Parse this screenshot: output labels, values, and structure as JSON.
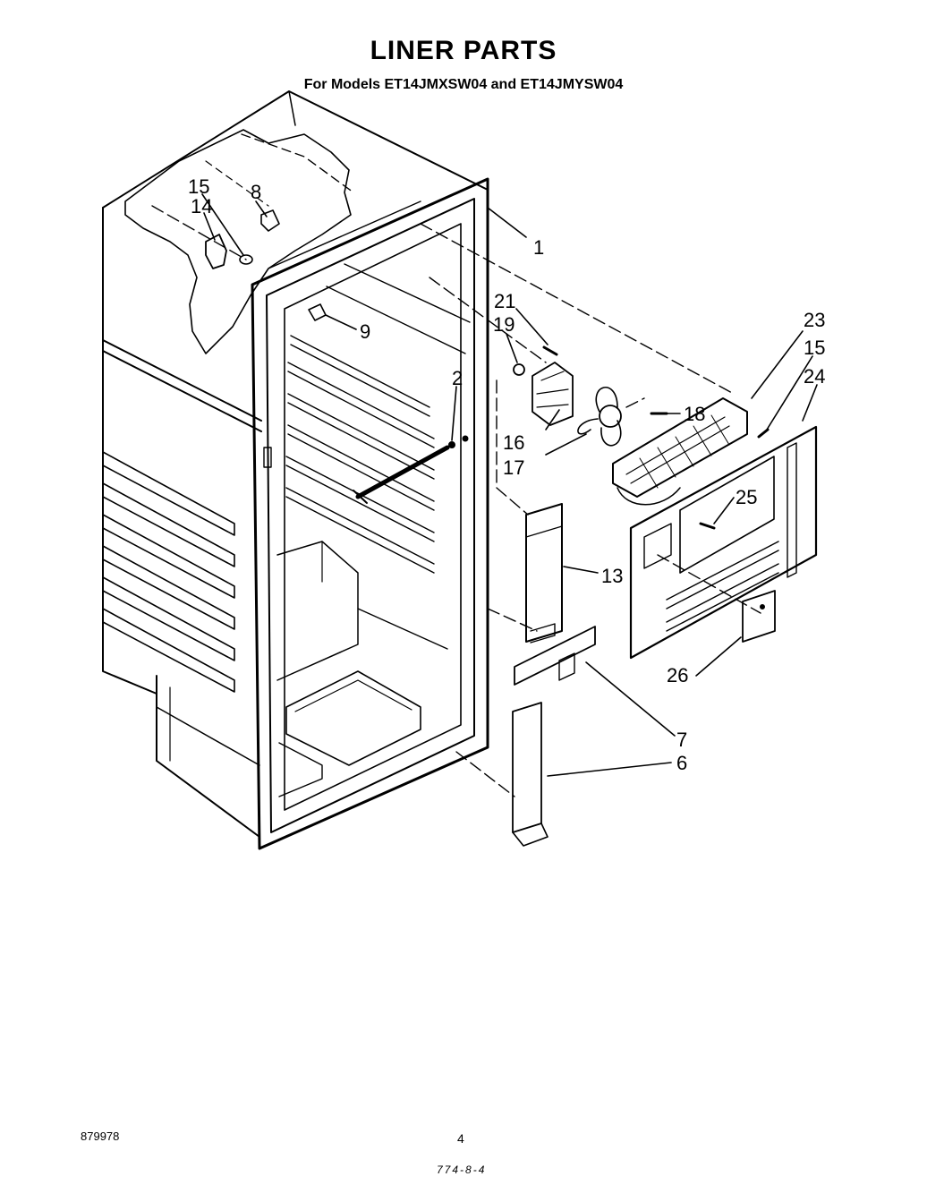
{
  "header": {
    "title": "LINER PARTS",
    "subtitle": "For Models ET14JMXSW04 and ET14JMYSW04"
  },
  "callouts": [
    "1",
    "2",
    "6",
    "7",
    "8",
    "9",
    "13",
    "14",
    "15",
    "15",
    "16",
    "17",
    "18",
    "19",
    "21",
    "23",
    "24",
    "25",
    "26"
  ],
  "footer": {
    "doc_number": "879978",
    "page": "4",
    "code": "774-8-4"
  }
}
